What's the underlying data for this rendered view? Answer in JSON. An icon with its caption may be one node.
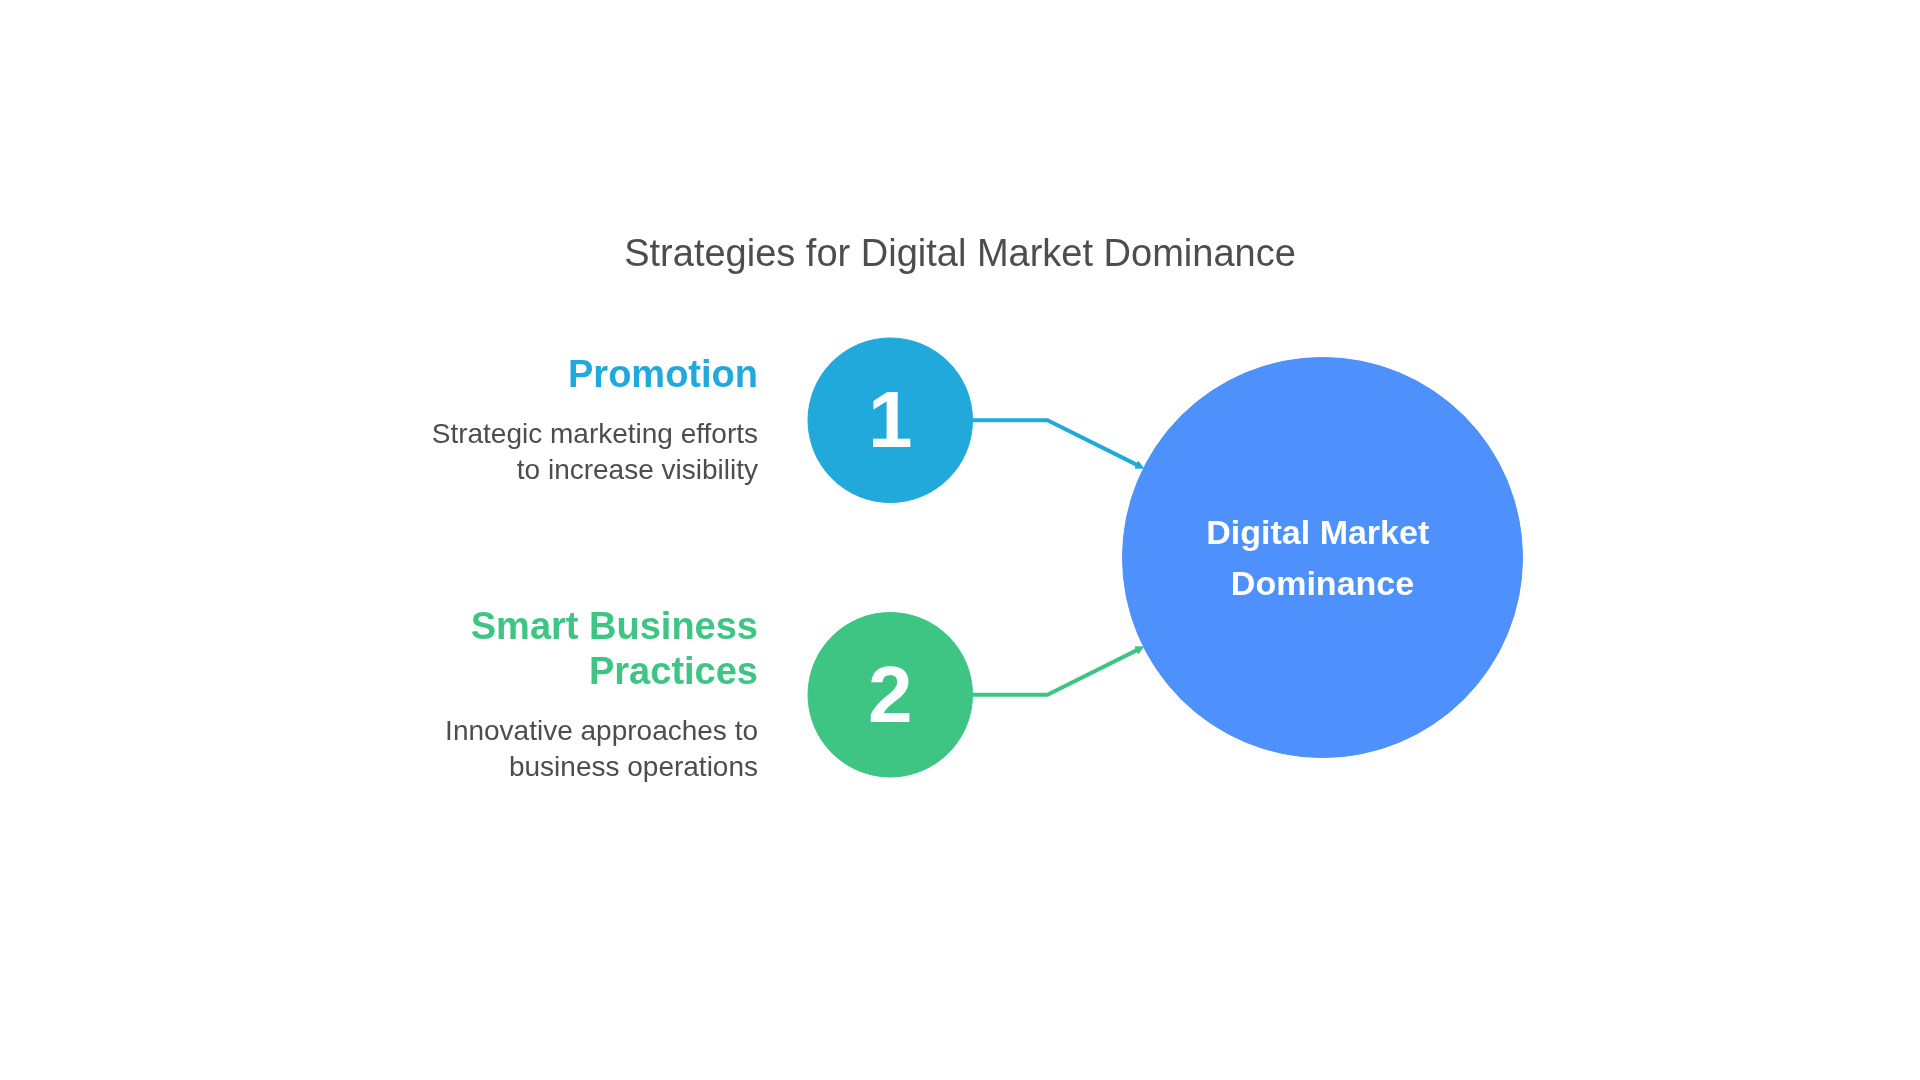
{
  "diagram": {
    "title": "Strategies for Digital Market Dominance",
    "nodes": [
      {
        "text": [
          "1"
        ],
        "beside": [
          "Promotion",
          "Strategic marketing efforts to increase visibility"
        ]
      },
      {
        "text": [
          "Digital Market Dominance"
        ]
      },
      {
        "text": [
          "2"
        ],
        "beside": [
          "Smart Business Practices",
          "Innovative approaches to business operations"
        ]
      }
    ],
    "edges": [
      {
        "from": 0,
        "to": 1,
        "arrow": "to",
        "color": "#22a9db"
      },
      {
        "from": 2,
        "to": 1,
        "arrow": "to",
        "color": "#3ec483"
      }
    ]
  }
}
